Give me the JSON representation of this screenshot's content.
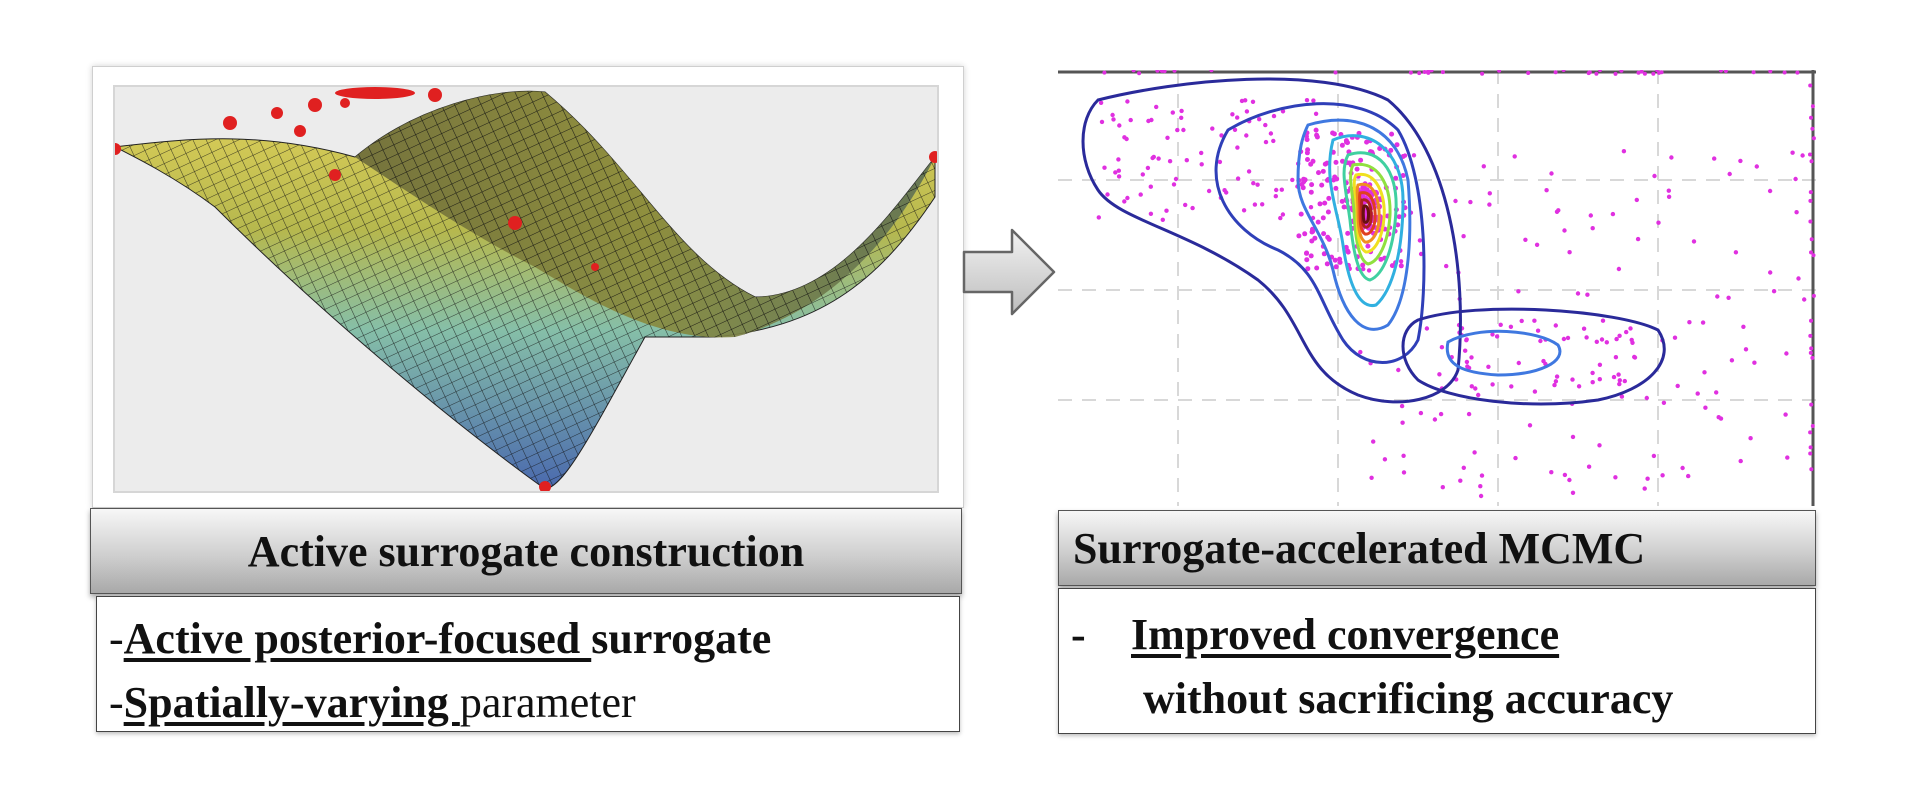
{
  "left_panel": {
    "title": "Active surrogate construction",
    "bullets": [
      {
        "dash": "- ",
        "emph": "Active posterior-focused ",
        "rest": "surrogate"
      },
      {
        "dash": "- ",
        "emph": "Spatially-varying ",
        "rest": "parameter"
      }
    ],
    "surface_colors": {
      "top": "#d9c84a",
      "mid": "#7fb9a8",
      "bottom": "#4d6fb0",
      "points": "#e02020"
    }
  },
  "right_panel": {
    "title": "Surrogate-accelerated MCMC",
    "bullet": {
      "dash": "-",
      "emph": "Improved convergence",
      "line2": "without sacrificing accuracy"
    },
    "colors": {
      "samples": "#e030e0",
      "outer_contour": "#2a2a9a"
    }
  },
  "arrow": {
    "icon": "right-arrow-icon"
  }
}
